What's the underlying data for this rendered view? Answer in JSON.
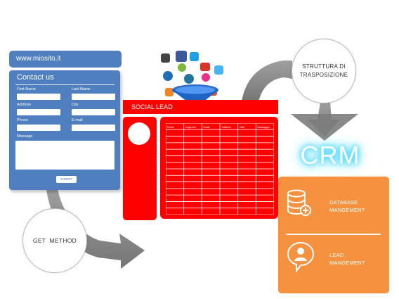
{
  "form": {
    "url": "www.miosito.it",
    "title": "Contact us",
    "fields": {
      "first_name": "First Name",
      "last_name": "Last Name",
      "address": "Address",
      "city": "City",
      "phone": "Phone",
      "email": "E-mail",
      "message": "Message"
    },
    "submit": "SUBMIT"
  },
  "structure_circle": {
    "line1": "STRUTTURA DI",
    "line2": "TRASPOSIZIONE"
  },
  "get_circle": {
    "label": "GET  METHOD"
  },
  "social_lead": {
    "title": "SOCIAL LEAD",
    "columns": [
      "Nome",
      "Cognome",
      "Email",
      "Telefono",
      "Città",
      "Messaggio"
    ]
  },
  "crm": {
    "title": "CRM",
    "items": [
      {
        "line1": "DATABASE",
        "line2": "MANGEMENT",
        "icon": "database-icon"
      },
      {
        "line1": "LEAD",
        "line2": "MANGEMENT",
        "icon": "lead-person-icon"
      }
    ]
  },
  "colors": {
    "form_blue": "#4f7fbf",
    "social_red": "#ff0000",
    "crm_orange": "#f6923f",
    "crm_glow": "#22c8f5",
    "arrow_grey": "#7a7a7a"
  }
}
